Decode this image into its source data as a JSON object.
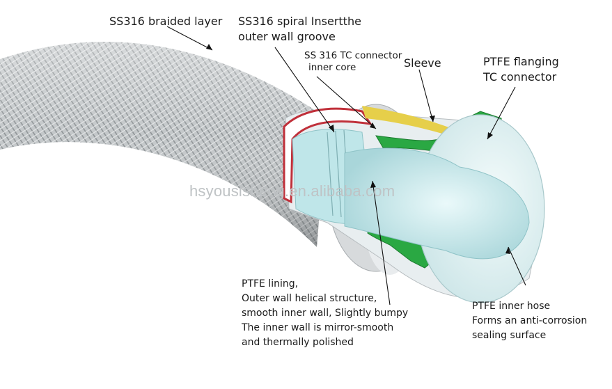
{
  "labels": {
    "braided": "SS316 braided layer",
    "spiral": [
      "SS316 spiral Insertthe",
      "outer wall groove"
    ],
    "connector": [
      "SS 316 TC connector",
      "inner core"
    ],
    "sleeve": "Sleeve",
    "flanging": [
      "PTFE flanging",
      "TC connector"
    ],
    "lining": [
      "PTFE lining,",
      "Outer wall helical structure,",
      "smooth inner wall, Slightly bumpy",
      "The inner wall is mirror-smooth",
      "and thermally polished"
    ],
    "inner_hose": [
      "PTFE inner hose",
      "Forms an anti-corrosion",
      "sealing surface"
    ]
  },
  "watermark": "hsyousisheng.en.alibaba.com",
  "colors": {
    "braid": "#b9bdbf",
    "ptfe_green": "#2aa843",
    "sleeve_yellow": "#e6cf4a",
    "cut_red": "#c0303a",
    "inner_core": "#cdeef0"
  }
}
